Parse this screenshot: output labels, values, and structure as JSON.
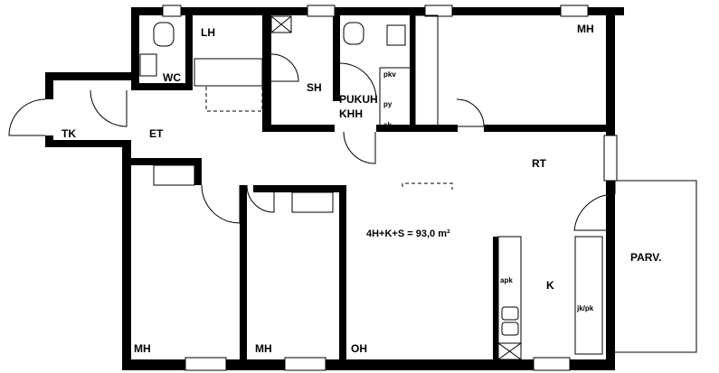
{
  "plan": {
    "area_label": "4H+K+S = 93,0 m²",
    "rooms": {
      "mh_top": "MH",
      "lh": "LH",
      "wc": "WC",
      "tk": "TK",
      "et": "ET",
      "sh": "SH",
      "pukuh": "PUKUH",
      "khh": "KHH",
      "rt": "RT",
      "parv": "PARV.",
      "k": "K",
      "mh_left": "MH",
      "mh_mid": "MH",
      "oh": "OH"
    },
    "fixtures": {
      "pkv": "pkv",
      "py": "py",
      "sk": "sk",
      "apk": "apk",
      "jkpk": "jk/pk"
    }
  }
}
